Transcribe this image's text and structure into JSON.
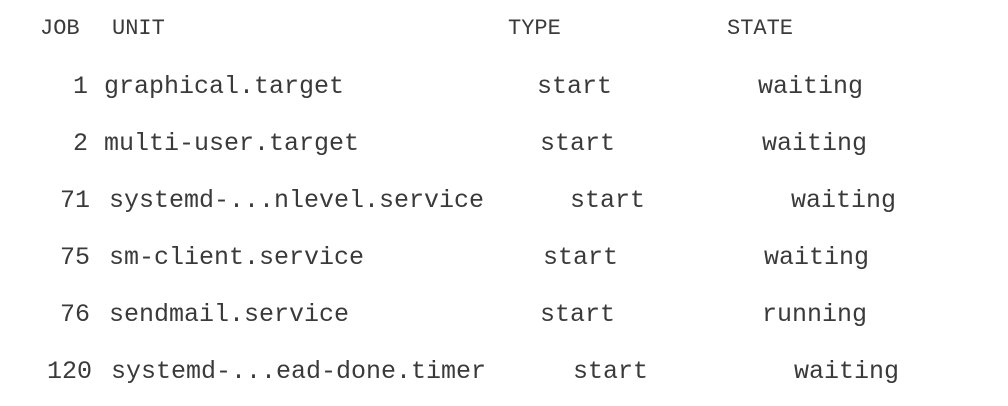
{
  "header": {
    "job": "JOB",
    "unit": "UNIT",
    "type": "TYPE",
    "state": "STATE"
  },
  "jobs": [
    {
      "job": "1",
      "unit": "graphical.target",
      "type": "start",
      "state": "waiting"
    },
    {
      "job": "2",
      "unit": "multi-user.target",
      "type": "start",
      "state": "waiting"
    },
    {
      "job": "71",
      "unit": "systemd-...nlevel.service",
      "type": "start",
      "state": "waiting"
    },
    {
      "job": "75",
      "unit": "sm-client.service",
      "type": "start",
      "state": "waiting"
    },
    {
      "job": "76",
      "unit": "sendmail.service",
      "type": "start",
      "state": "running"
    },
    {
      "job": "120",
      "unit": "systemd-...ead-done.timer",
      "type": "start",
      "state": "waiting"
    }
  ]
}
